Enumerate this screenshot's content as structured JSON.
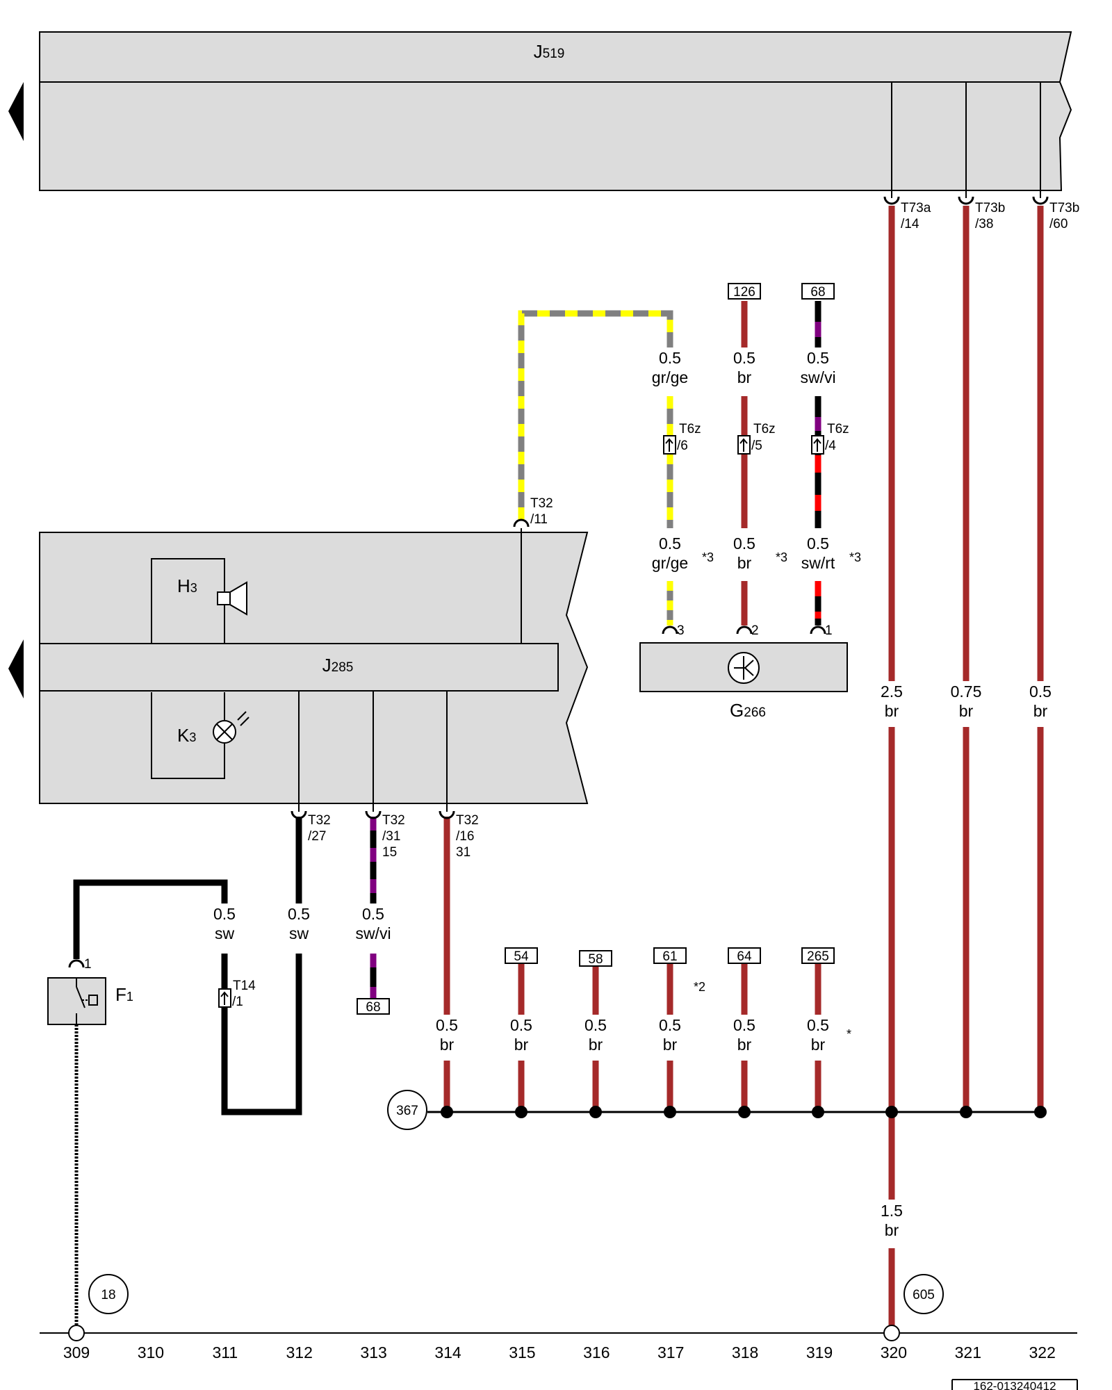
{
  "components": {
    "j519": {
      "name": "J",
      "sub": "519"
    },
    "j285": {
      "name": "J",
      "sub": "285"
    },
    "h3": {
      "name": "H",
      "sub": "3"
    },
    "k3": {
      "name": "K",
      "sub": "3"
    },
    "g266": {
      "name": "G",
      "sub": "266"
    },
    "f1": {
      "name": "F",
      "sub": "1"
    }
  },
  "connectors": {
    "t73a_14": {
      "line1": "T73a",
      "line2": "/14"
    },
    "t73b_38": {
      "line1": "T73b",
      "line2": "/38"
    },
    "t73b_60": {
      "line1": "T73b",
      "line2": "/60"
    },
    "t32_11": {
      "line1": "T32",
      "line2": "/11"
    },
    "t6z_6": {
      "line1": "T6z",
      "line2": "/6"
    },
    "t6z_5": {
      "line1": "T6z",
      "line2": "/5"
    },
    "t6z_4": {
      "line1": "T6z",
      "line2": "/4"
    },
    "g266_pin3": "3",
    "g266_pin2": "2",
    "g266_pin1": "1",
    "t32_27": {
      "line1": "T32",
      "line2": "/27"
    },
    "t32_31": {
      "line1": "T32",
      "line2": "/31",
      "line3": "15"
    },
    "t32_16": {
      "line1": "T32",
      "line2": "/16",
      "line3": "31"
    },
    "f1_pin1": "1",
    "t14_1": {
      "line1": "T14",
      "line2": "/1"
    }
  },
  "wires": {
    "w_grge_top": {
      "size": "0.5",
      "color": "gr/ge"
    },
    "w_br_126": {
      "size": "0.5",
      "color": "br"
    },
    "w_swvi_68": {
      "size": "0.5",
      "color": "sw/vi"
    },
    "w_grge_low": {
      "size": "0.5",
      "color": "gr/ge",
      "note": "*3"
    },
    "w_br_low": {
      "size": "0.5",
      "color": "br",
      "note": "*3"
    },
    "w_swrt_low": {
      "size": "0.5",
      "color": "sw/rt",
      "note": "*3"
    },
    "w_320": {
      "size": "2.5",
      "color": "br"
    },
    "w_321": {
      "size": "0.75",
      "color": "br"
    },
    "w_322": {
      "size": "0.5",
      "color": "br"
    },
    "w_311": {
      "size": "0.5",
      "color": "sw"
    },
    "w_312": {
      "size": "0.5",
      "color": "sw"
    },
    "w_313": {
      "size": "0.5",
      "color": "sw/vi"
    },
    "w_314": {
      "size": "0.5",
      "color": "br"
    },
    "w_315": {
      "size": "0.5",
      "color": "br"
    },
    "w_316": {
      "size": "0.5",
      "color": "br"
    },
    "w_317": {
      "size": "0.5",
      "color": "br"
    },
    "w_318": {
      "size": "0.5",
      "color": "br"
    },
    "w_319": {
      "size": "0.5",
      "color": "br"
    },
    "w_320_low": {
      "size": "1.5",
      "color": "br"
    }
  },
  "references": {
    "ref126": "126",
    "ref68_top": "68",
    "ref68_low": "68",
    "ref54": "54",
    "ref58": "58",
    "ref61": "61",
    "ref64": "64",
    "ref265": "265"
  },
  "notes": {
    "n317": "*2",
    "n319": "*"
  },
  "ground_points": {
    "g367": "367",
    "g18": "18",
    "g605": "605"
  },
  "columns": [
    "309",
    "310",
    "311",
    "312",
    "313",
    "314",
    "315",
    "316",
    "317",
    "318",
    "319",
    "320",
    "321",
    "322"
  ],
  "footer": {
    "code": "162-013240412"
  },
  "colors": {
    "brown": "#a52a2a",
    "black": "#000000",
    "grey": "#808080",
    "yellow": "#ffff00",
    "violet": "#800080",
    "red": "#ff0000",
    "panel": "#dcdcdc"
  }
}
